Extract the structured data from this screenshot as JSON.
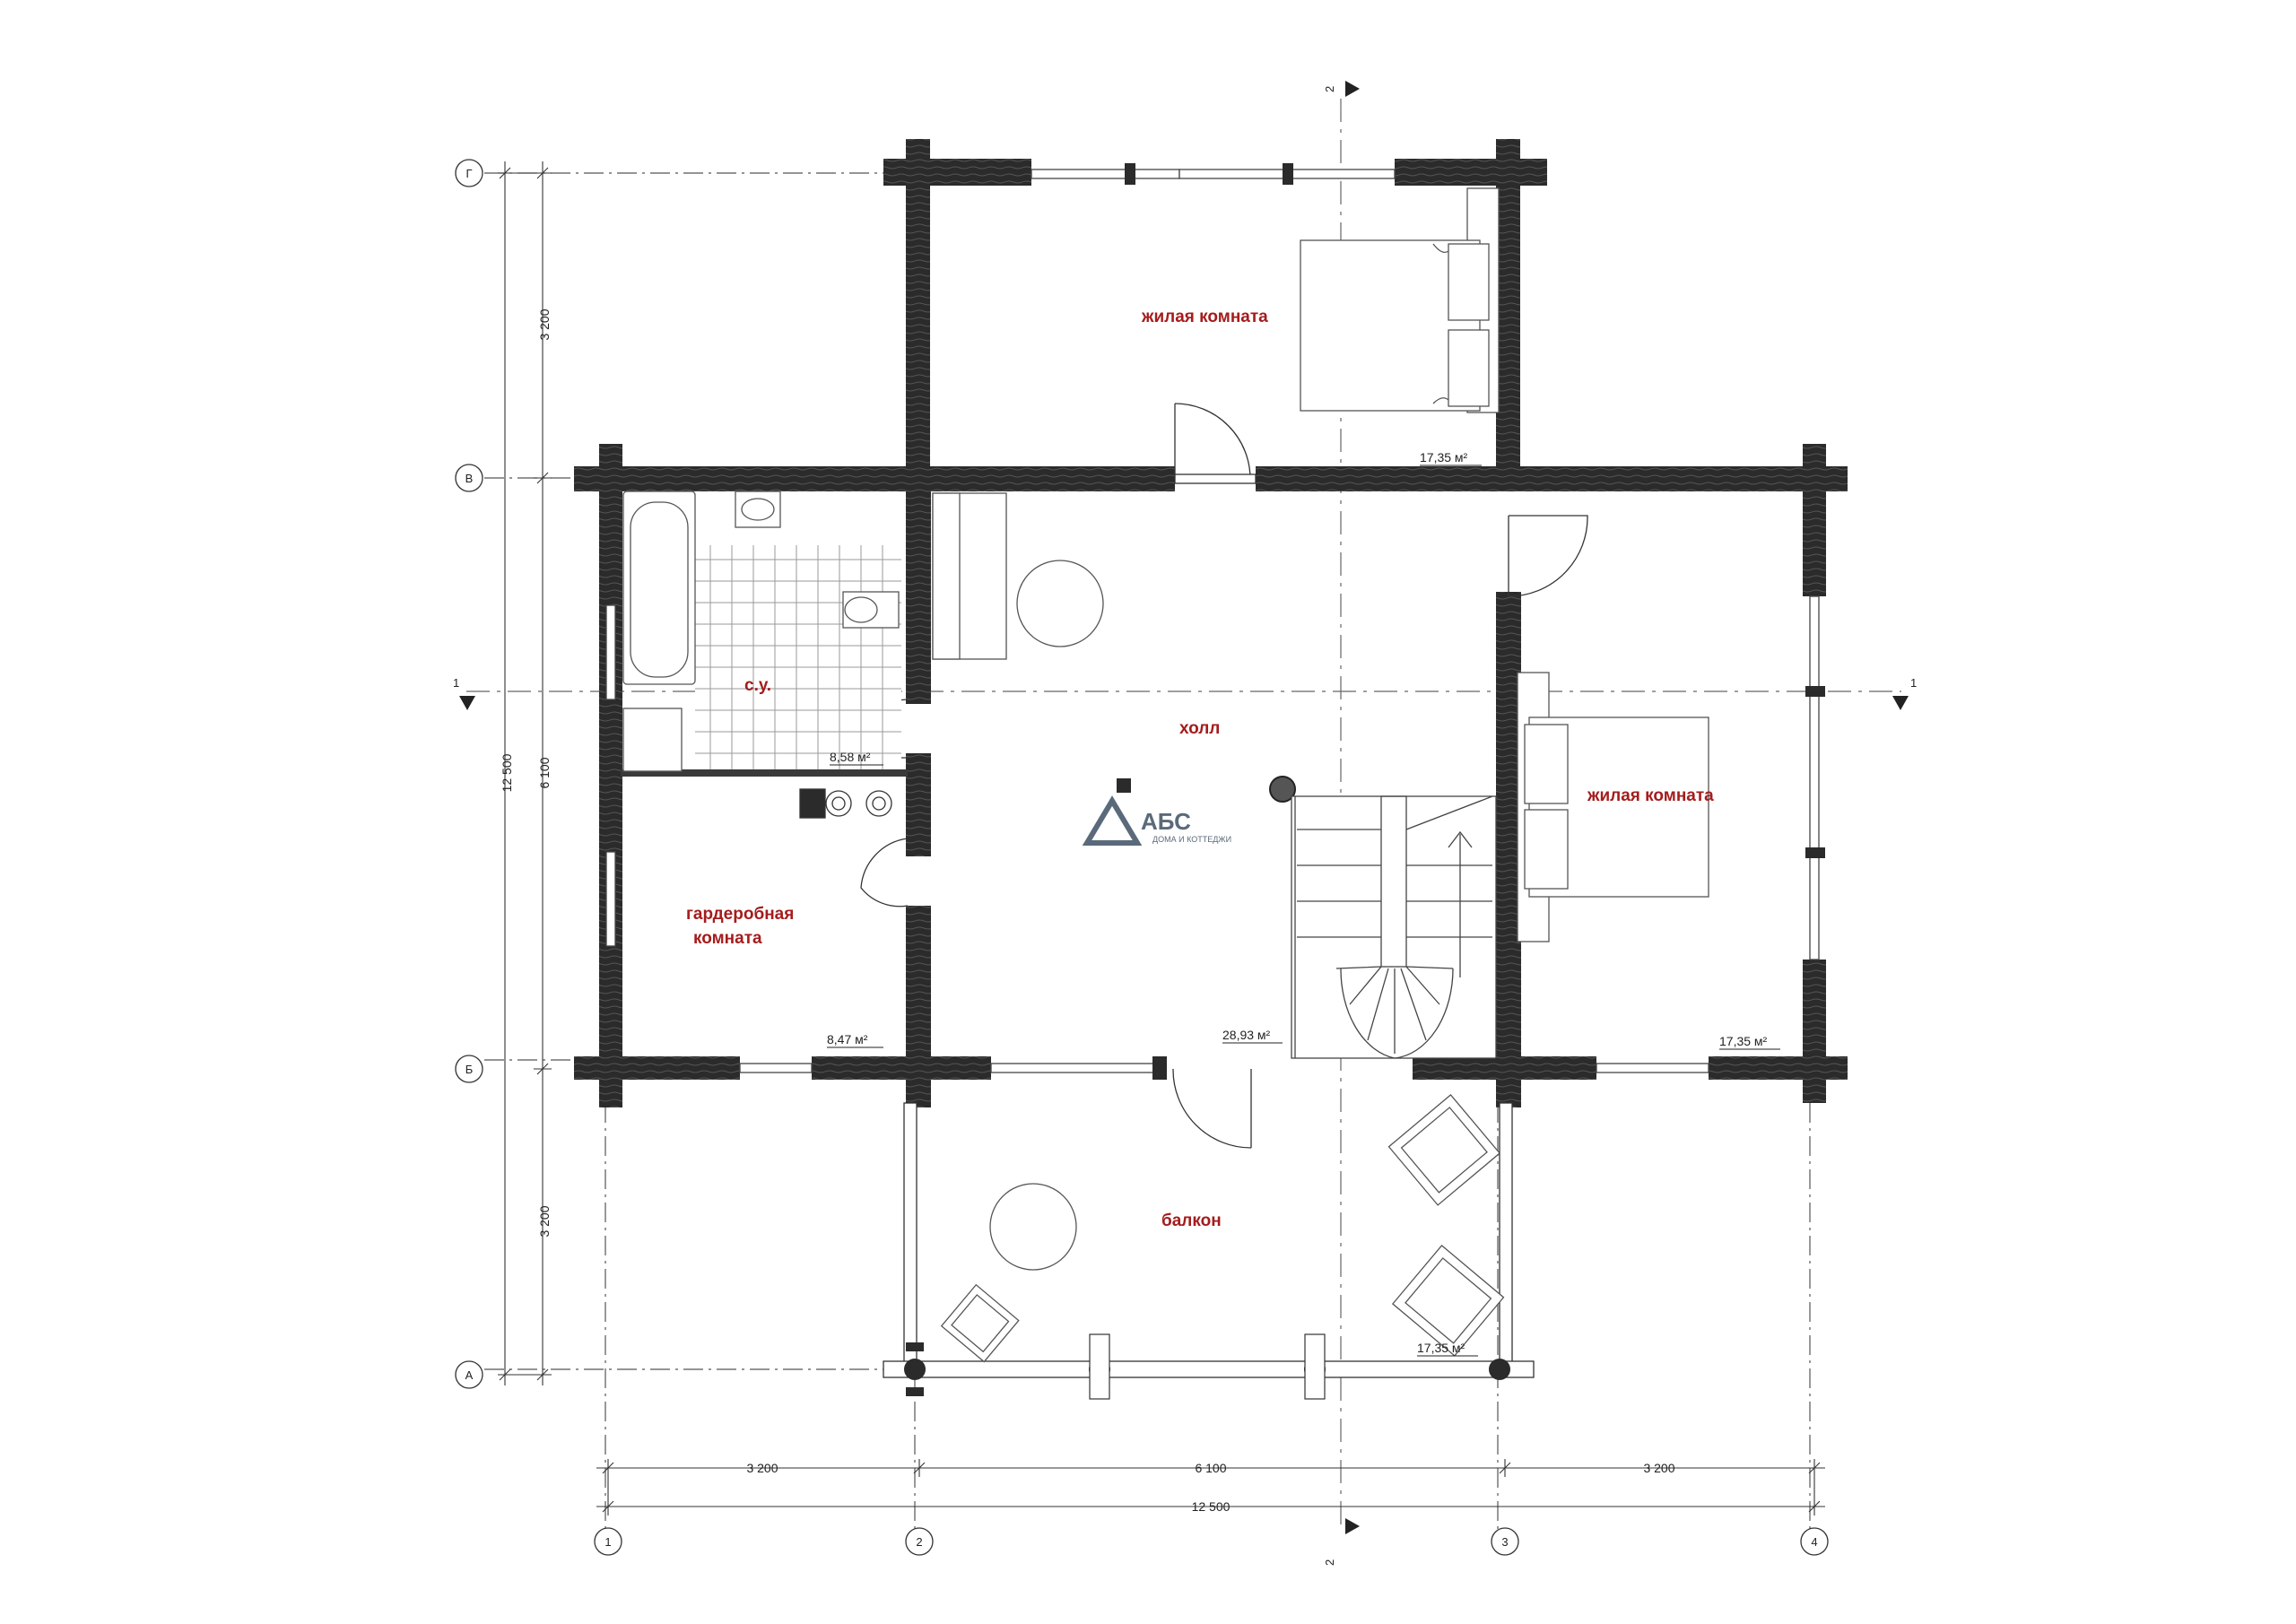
{
  "colors": {
    "wall": "#2b2b2b",
    "label": "#a51c1c",
    "line": "#555555",
    "logo": "#5a6a7a"
  },
  "rooms": {
    "bedroom_top": {
      "label": "жилая комната",
      "area": "17,35 м²"
    },
    "bath": {
      "label": "с.у.",
      "area": "8,58 м²"
    },
    "hall": {
      "label": "холл",
      "area": "28,93 м²"
    },
    "bedroom_right": {
      "label": "жилая комната",
      "area": "17,35 м²"
    },
    "wardrobe": {
      "label_1": "гардеробная",
      "label_2": "комната",
      "area": "8,47 м²"
    },
    "balcony": {
      "label": "балкон",
      "area": "17,35 м²"
    }
  },
  "axes": {
    "rows": [
      "Г",
      "В",
      "Б",
      "А"
    ],
    "cols": [
      "1",
      "2",
      "3",
      "4"
    ],
    "section_h": "1",
    "section_v": "2"
  },
  "dimensions": {
    "left": {
      "top": "3 200",
      "mid": "6 100",
      "bottom": "3 200",
      "total": "12 500"
    },
    "bottom": {
      "left": "3 200",
      "mid": "6 100",
      "right": "3 200",
      "total": "12 500"
    }
  },
  "logo": {
    "main": "АБС",
    "sub": "ДОМА И КОТТЕДЖИ"
  }
}
